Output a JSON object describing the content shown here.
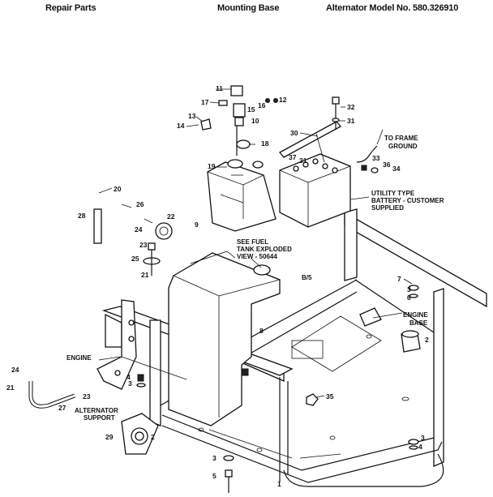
{
  "header": {
    "left": "Repair Parts",
    "center": "Mounting Base",
    "right": "Alternator Model No. 580.326910"
  },
  "callouts": {
    "to_frame_ground": [
      "TO FRAME",
      "GROUND"
    ],
    "utility_battery": [
      "UTILITY TYPE",
      "BATTERY - CUSTOMER",
      "SUPPLIED"
    ],
    "see_fuel_tank": [
      "SEE FUEL",
      "TANK EXPLODED",
      "VIEW - 50644"
    ],
    "engine_base": [
      "ENGINE",
      "BASE"
    ],
    "engine": "ENGINE",
    "alternator_support": [
      "ALTERNATOR",
      "SUPPORT"
    ],
    "bs": "B/5"
  },
  "part_numbers": [
    "1",
    "2",
    "3",
    "4",
    "5",
    "6",
    "7",
    "8",
    "9",
    "10",
    "11",
    "12",
    "13",
    "14",
    "15",
    "16",
    "17",
    "18",
    "19",
    "20",
    "21",
    "22",
    "23",
    "24",
    "25",
    "26",
    "27",
    "28",
    "29",
    "30",
    "31",
    "32",
    "33",
    "34",
    "35",
    "36",
    "37"
  ]
}
